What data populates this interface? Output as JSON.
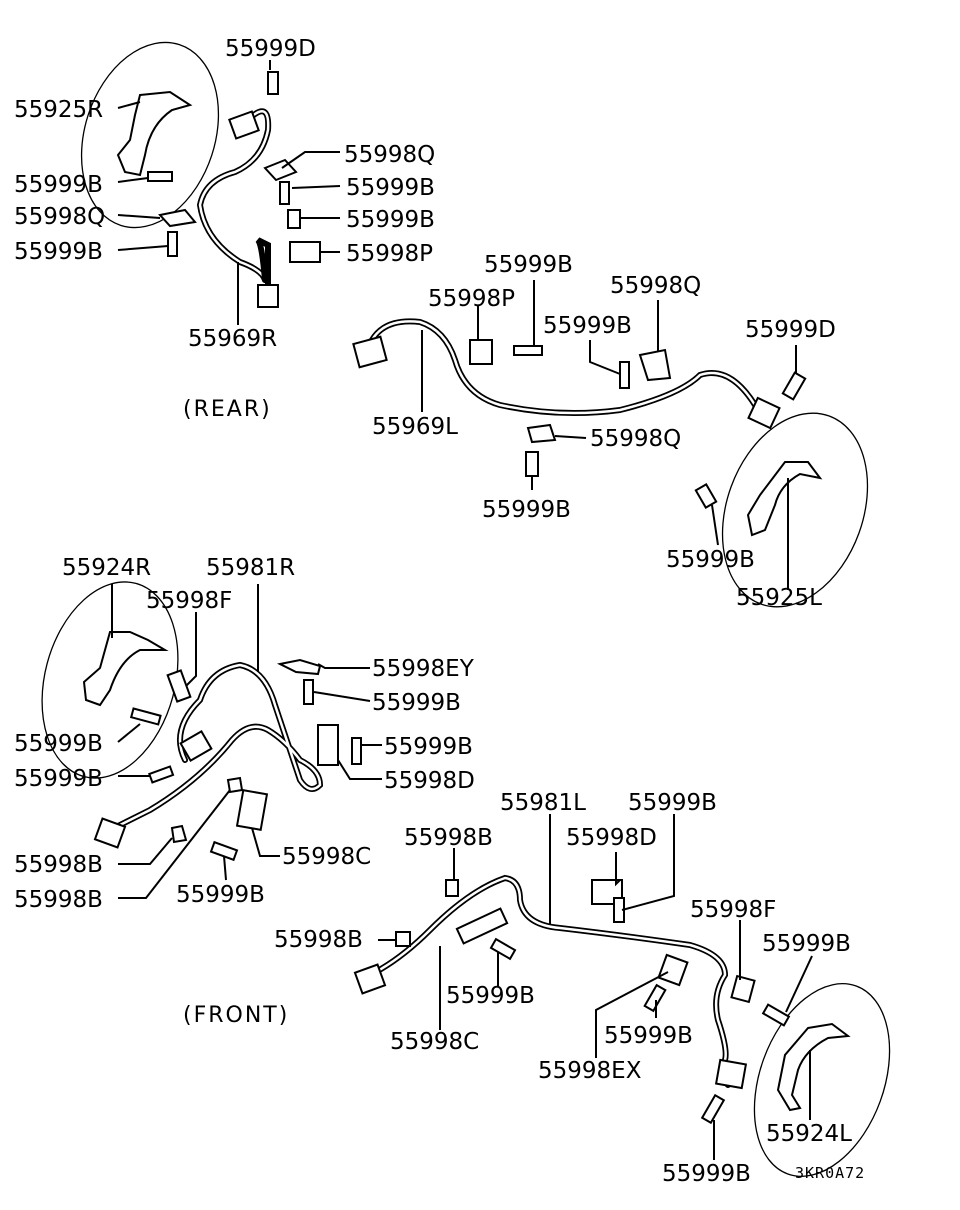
{
  "sections": {
    "rear": "(REAR)",
    "front": "(FRONT)"
  },
  "figure_code": "3KR0A72",
  "callouts": {
    "r_55999d": "55999D",
    "r_55925r": "55925R",
    "r_55999b_a": "55999B",
    "r_55998q_a": "55998Q",
    "r_55999b_b": "55999B",
    "r_55998q_b": "55998Q",
    "r_55999b_c": "55999B",
    "r_55999b_d": "55999B",
    "r_55998p_a": "55998P",
    "r_55969r": "55969R",
    "r_55999b_e": "55999B",
    "r_55998p_b": "55998P",
    "r_55998q_c": "55998Q",
    "r_55999b_f": "55999B",
    "r_55999d_b": "55999D",
    "r_55969l": "55969L",
    "r_55998q_d": "55998Q",
    "r_55999b_g": "55999B",
    "r_55999b_h": "55999B",
    "r_55925l": "55925L",
    "f_55924r": "55924R",
    "f_55981r": "55981R",
    "f_55998f": "55998F",
    "f_55998ey": "55998EY",
    "f_55999b_a": "55999B",
    "f_55999b_b": "55999B",
    "f_55999b_c": "55999B",
    "f_55999b_d": "55999B",
    "f_55998d": "55998D",
    "f_55998b_a": "55998B",
    "f_55998c": "55998C",
    "f_55998b_b": "55998B",
    "f_55999b_e": "55999B",
    "f_55981l": "55981L",
    "f_55999b_f": "55999B",
    "f_55998b_c": "55998B",
    "f_55998d_b": "55998D",
    "f_55998f_b": "55998F",
    "f_55999b_g": "55999B",
    "f_55998b_d": "55998B",
    "f_55999b_h": "55999B",
    "f_55998c_b": "55998C",
    "f_55999b_i": "55999B",
    "f_55998ex": "55998EX",
    "f_55924l": "55924L",
    "f_55999b_j": "55999B"
  }
}
